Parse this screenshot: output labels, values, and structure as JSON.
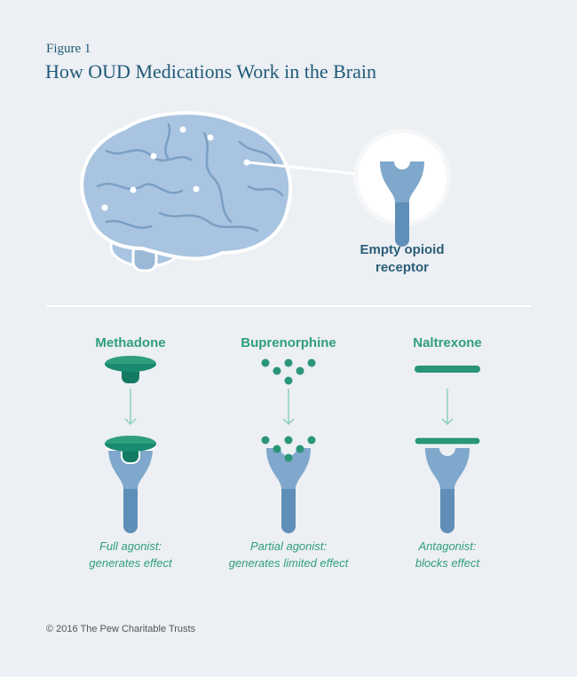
{
  "figure_label": "Figure 1",
  "title": "How OUD Medications Work in the Brain",
  "receptor_label": [
    "Empty opioid",
    "receptor"
  ],
  "medications": [
    {
      "name": "Methadone",
      "desc": [
        "Full agonist:",
        "generates effect"
      ]
    },
    {
      "name": "Buprenorphine",
      "desc": [
        "Partial agonist:",
        "generates limited effect"
      ]
    },
    {
      "name": "Naltrexone",
      "desc": [
        "Antagonist:",
        "blocks effect"
      ]
    }
  ],
  "copyright": "© 2016 The Pew Charitable Trusts",
  "colors": {
    "title": "#1f5a78",
    "green": "#2f9e7e",
    "receptor": "#7fa8cc",
    "stem": "#5f8fb8",
    "brain": "#a9c4e0",
    "background": "#eceff3"
  }
}
